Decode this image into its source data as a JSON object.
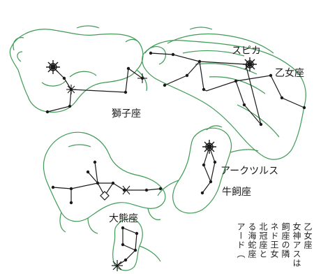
{
  "labels": {
    "spica": "スピカ",
    "virgo": "乙女座",
    "leo": "獅子座",
    "arcturus": "アークツルス",
    "bootes": "牛飼座",
    "ursa_major": "大熊座"
  },
  "vertical_text": [
    "乙女座",
    "女神アスは",
    "飼座の隣",
    "ネド王女",
    "北冠座と",
    "る海蛇座",
    "アード（"
  ],
  "colors": {
    "figure_outline": "#3f9b55",
    "star_lines": "#1a1a1a",
    "text": "#1a1a1a"
  }
}
